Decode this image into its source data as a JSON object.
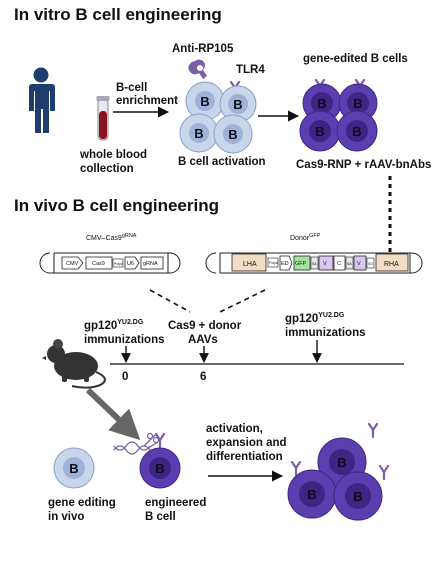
{
  "sections": {
    "invitro_title": "In vitro B cell engineering",
    "invivo_title": "In vivo B cell engineering"
  },
  "invitro": {
    "whole_blood_1": "whole blood",
    "whole_blood_2": "collection",
    "enrichment_1": "B-cell",
    "enrichment_2": "enrichment",
    "anti_rp105": "Anti-RP105",
    "tlr4": "TLR4",
    "activation": "B cell activation",
    "gene_edited": "gene-edited B cells",
    "cas9_rnp": "Cas9-RNP + rAAV-bnAbs"
  },
  "plasmid1": {
    "title": "CMV–Cas9",
    "title_sup": "gRNA",
    "parts": [
      "CMV",
      "Cas9",
      "PolyA",
      "U6",
      "gRNA"
    ]
  },
  "plasmid2": {
    "title": "Donor",
    "title_sup": "GFP",
    "parts": [
      "LHA",
      "PolyA",
      "ED",
      "GFP",
      "SA",
      "V",
      "C",
      "SA",
      "V",
      "SG",
      "RHA"
    ]
  },
  "timeline": {
    "gp120_left": "gp120",
    "gp120_left_sup": "YU2.DG",
    "immunizations_left": "immunizations",
    "cas9_donor_1": "Cas9 + donor",
    "cas9_donor_2": "AAVs",
    "gp120_right": "gp120",
    "gp120_right_sup": "YU2.DG",
    "immunizations_right": "immunizations",
    "tick0": "0",
    "tick6": "6"
  },
  "bottom": {
    "gene_editing_1": "gene editing",
    "gene_editing_2": "in vivo",
    "engineered_1": "engineered",
    "engineered_2": "B cell",
    "activation_1": "activation,",
    "activation_2": "expansion and",
    "activation_3": "differentiation"
  },
  "cell_letter": "B",
  "colors": {
    "purple_cell": "#5b3fb0",
    "purple_dark": "#3d2585",
    "light_cell": "#c8d6ec",
    "light_cell_inner": "#9eb3d8",
    "receptor": "#7a5fa8",
    "human": "#1f3c6e",
    "mouse": "#333333",
    "gfp": "#a6e3a1",
    "lha": "#f3dcc4",
    "rha": "#f3dcc4",
    "v_region": "#d8c8ef"
  }
}
